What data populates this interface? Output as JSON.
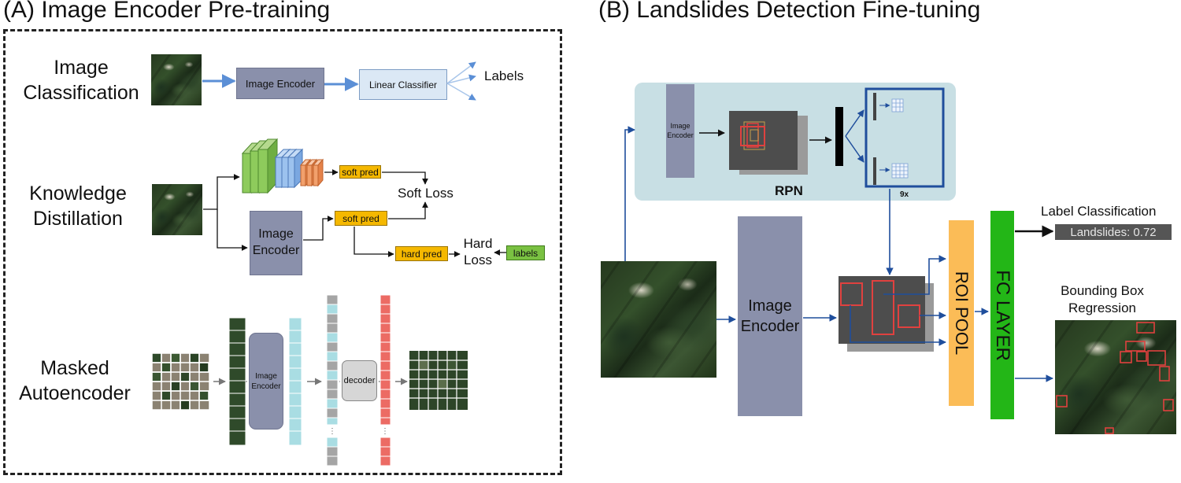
{
  "panel_a": {
    "title": "(A) Image Encoder Pre-training",
    "classification": {
      "label": "Image Classification",
      "encoder": "Image Encoder",
      "classifier": "Linear Classifier",
      "output": "Labels"
    },
    "distillation": {
      "label": "Knowledge Distillation",
      "soft_pred_teacher": "soft pred",
      "soft_pred_student": "soft pred",
      "soft_loss": "Soft Loss",
      "encoder": "Image Encoder",
      "hard_pred": "hard pred",
      "hard_loss": "Hard Loss",
      "labels": "labels"
    },
    "mae": {
      "label": "Masked Autoencoder",
      "encoder": "Image Encoder",
      "decoder": "decoder"
    }
  },
  "panel_b": {
    "title": "(B) Landslides Detection Fine-tuning",
    "rpn": {
      "encoder": "Image Encoder",
      "label": "RPN",
      "anchors": "9x"
    },
    "encoder": "Image Encoder",
    "roi_pool": "ROI POOL",
    "fc_layer": "FC LAYER",
    "label_classification": "Label Classification",
    "prediction": "Landslides: 0.72",
    "bbox_regression": "Bounding Box Regression"
  },
  "colors": {
    "encoder_gray": "#8a90ab",
    "classifier_fill": "#dbe8f5",
    "pred_orange": "#f5b800",
    "labels_green": "#7ac142",
    "rpn_panel": "#c8dfe4",
    "roi_pool": "#fbbc57",
    "fc_layer": "#23b617",
    "arrow_blue": "#1f4e9c",
    "box_red": "#e0413f"
  }
}
